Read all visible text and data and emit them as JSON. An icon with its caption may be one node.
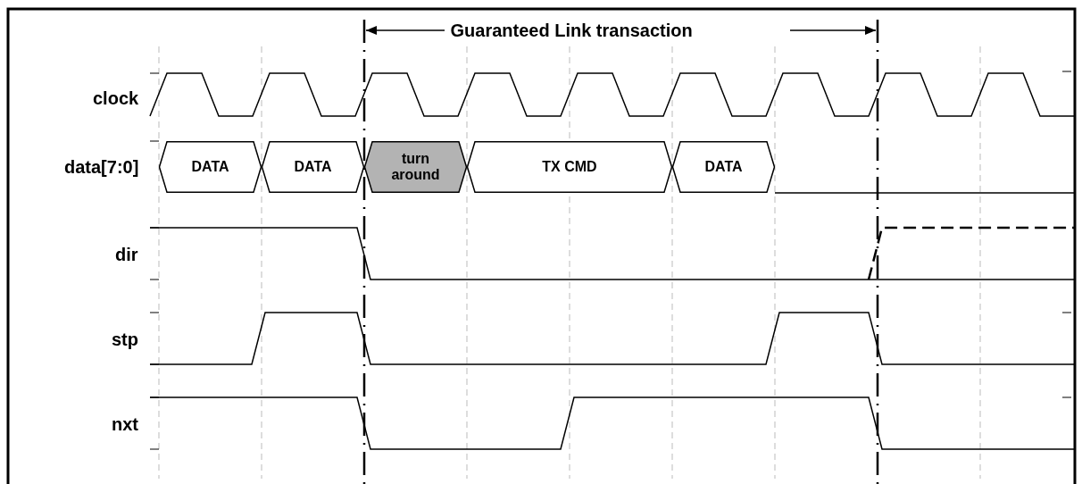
{
  "diagram": {
    "nodes": [
      {
        "text": [
          "DATA"
        ]
      },
      {
        "text": [
          "DATA"
        ]
      },
      {
        "text": [
          "turn around"
        ]
      },
      {
        "text": [
          "TX CMD"
        ]
      },
      {
        "text": [
          "DATA"
        ]
      }
    ],
    "labels": [
      "Guaranteed Link transaction",
      "clock",
      "data[7:0]",
      "dir",
      "stp",
      "nxt"
    ]
  }
}
